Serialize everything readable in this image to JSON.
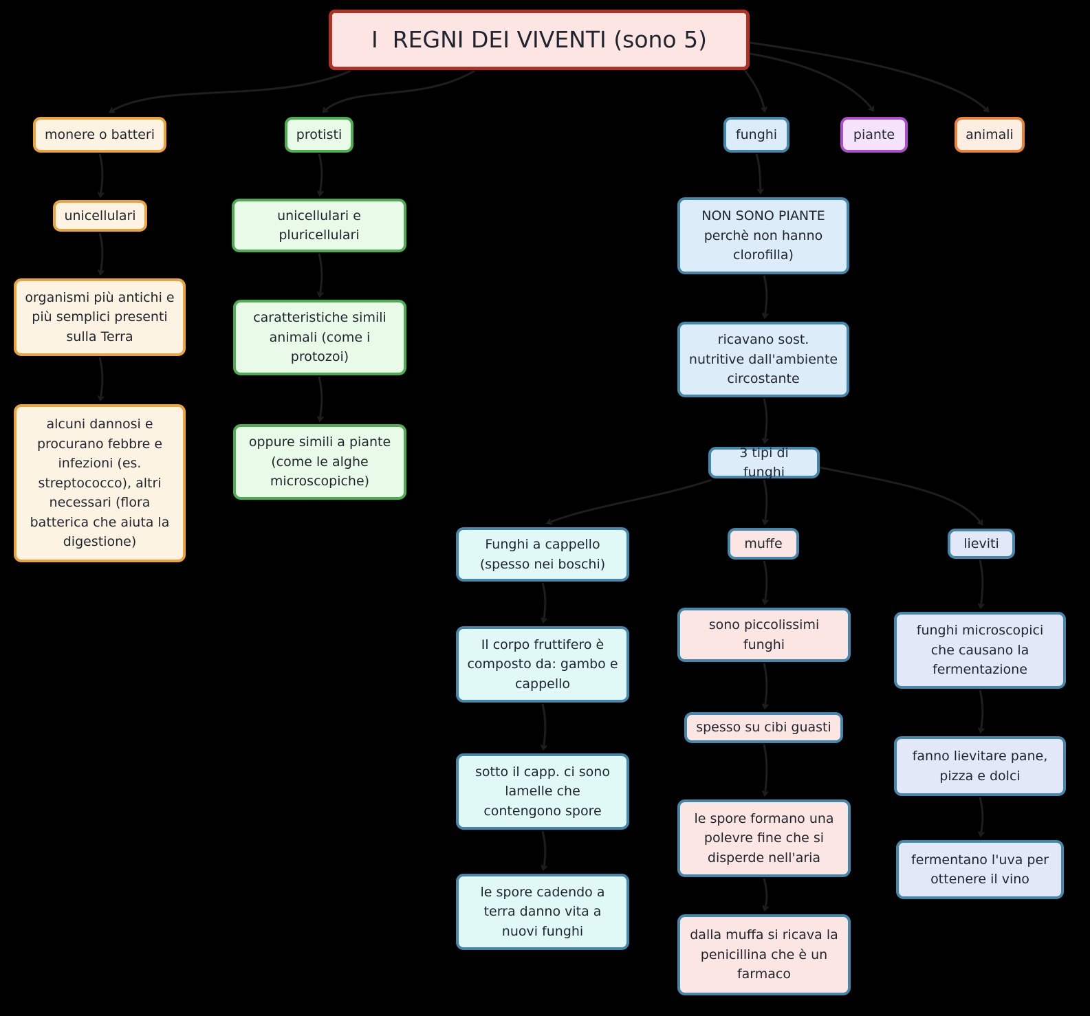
{
  "title": "I  REGNI DEI VIVENTI (sono 5)",
  "kingdoms": [
    {
      "label": "monere o batteri"
    },
    {
      "label": "protisti"
    },
    {
      "label": "funghi"
    },
    {
      "label": "piante"
    },
    {
      "label": "animali"
    }
  ],
  "monere": {
    "notes": [
      "unicellulari",
      "organismi più antichi e più semplici presenti sulla Terra",
      "alcuni dannosi e procurano febbre e infezioni (es. streptococco), altri necessari (flora batterica che aiuta la digestione)"
    ]
  },
  "protisti": {
    "notes": [
      "unicellulari e pluricellulari",
      "caratteristiche simili animali (come i protozoi)",
      "oppure simili a piante (come le alghe microscopiche)"
    ]
  },
  "funghi": {
    "notes": [
      "NON SONO PIANTE perchè non hanno clorofilla)",
      "ricavano sost. nutritive dall'ambiente circostante",
      "3 tipi di funghi"
    ],
    "types": {
      "cappello": {
        "label": "Funghi a cappello (spesso nei boschi)",
        "notes": [
          "Il corpo fruttifero è composto da: gambo e cappello",
          "sotto il capp. ci sono lamelle che contengono spore",
          "le spore cadendo a terra danno vita a nuovi funghi"
        ]
      },
      "muffe": {
        "label": "muffe",
        "notes": [
          "sono piccolissimi funghi",
          "spesso su cibi guasti",
          "le spore formano una polevre fine che si disperde nell'aria",
          "dalla muffa si ricava la penicillina che è un farmaco"
        ]
      },
      "lieviti": {
        "label": "lieviti",
        "notes": [
          "funghi microscopici che causano la fermentazione",
          "fanno lievitare pane, pizza e dolci",
          "fermentano l'uva per ottenere il vino"
        ]
      }
    }
  },
  "palette": {
    "background": "#000000",
    "connector": "#1e1e1e",
    "text": "#1f242e",
    "title_border": "#b23123",
    "title_fill": "#fce5e3",
    "monere_border": "#eaa43e",
    "monere_fill": "#fdf3e3",
    "protisti_border": "#4cae51",
    "protisti_fill": "#e9fae9",
    "funghi_border": "#4587ab",
    "funghi_fill": "#dcecf9",
    "piante_border": "#ad4fc8",
    "piante_fill": "#f4e3fb",
    "animali_border": "#e8833c",
    "animali_fill": "#fcefe2",
    "cappello_fill": "#e0f8f6",
    "muffe_fill": "#fbe6e3",
    "lieviti_fill": "#e3e8f8"
  }
}
